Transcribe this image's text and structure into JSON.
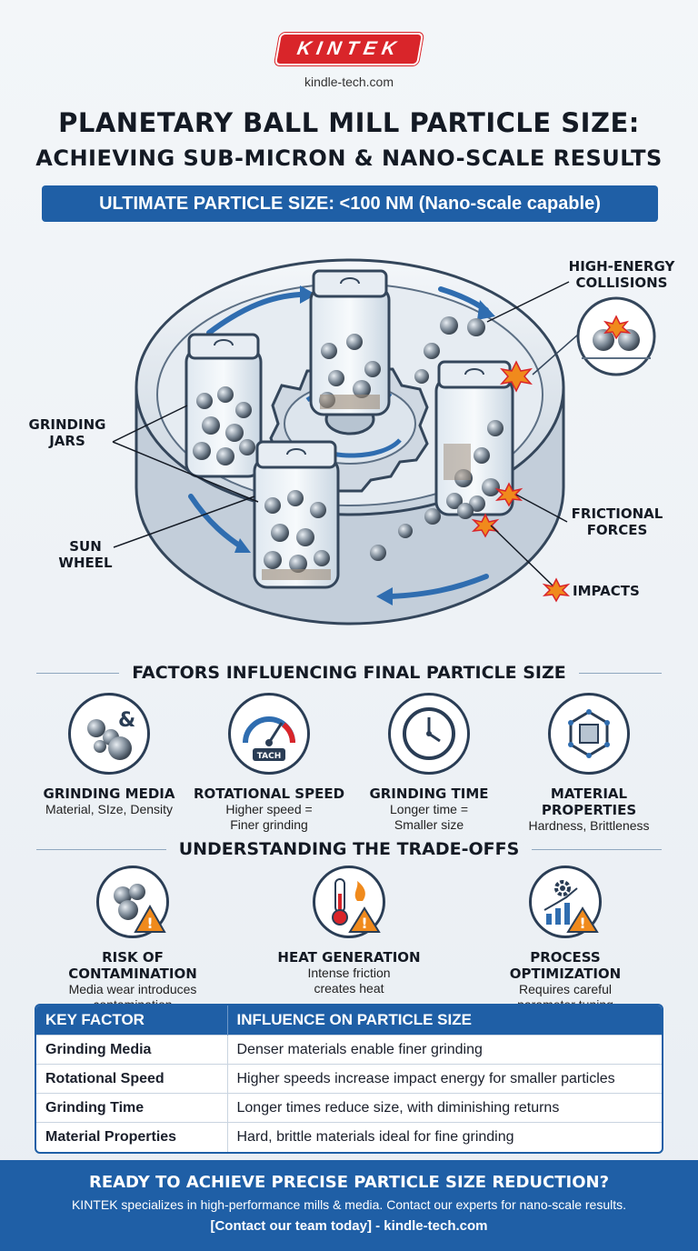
{
  "header": {
    "logo": "KINTEK",
    "site": "kindle-tech.com",
    "title_line1": "PLANETARY BALL MILL PARTICLE SIZE:",
    "title_line2": "ACHIEVING SUB-MICRON & NANO-SCALE RESULTS",
    "banner": "ULTIMATE PARTICLE SIZE: <100 NM (Nano-scale capable)"
  },
  "illustration": {
    "callouts": {
      "high_energy_1": "HIGH-ENERGY",
      "high_energy_2": "COLLISIONS",
      "grinding_jars_1": "GRINDING",
      "grinding_jars_2": "JARS",
      "sun_wheel_1": "SUN",
      "sun_wheel_2": "WHEEL",
      "frictional_1": "FRICTIONAL",
      "frictional_2": "FORCES",
      "impacts": "IMPACTS"
    },
    "tach_label": "TACH"
  },
  "factors": {
    "heading": "FACTORS INFLUENCING FINAL PARTICLE SIZE",
    "items": [
      {
        "title": "GRINDING MEDIA",
        "desc1": "Material, SIze, Density",
        "desc2": ""
      },
      {
        "title": "ROTATIONAL SPEED",
        "desc1": "Higher speed =",
        "desc2": "Finer grinding"
      },
      {
        "title": "GRINDING TIME",
        "desc1": "Longer time =",
        "desc2": "Smaller size"
      },
      {
        "title": "MATERIAL PROPERTIES",
        "desc1": "Hardness, Brittleness",
        "desc2": ""
      }
    ]
  },
  "tradeoffs": {
    "heading": "UNDERSTANDING THE TRADE-OFFS",
    "items": [
      {
        "title": "RISK OF CONTAMINATION",
        "desc1": "Media wear introduces",
        "desc2": "contamination"
      },
      {
        "title": "HEAT GENERATION",
        "desc1": "Intense friction",
        "desc2": "creates heat"
      },
      {
        "title": "PROCESS OPTIMIZATION",
        "desc1": "Requires careful",
        "desc2": "parameter tuning"
      }
    ]
  },
  "table": {
    "headers": [
      "KEY FACTOR",
      "INFLUENCE ON PARTICLE SIZE"
    ],
    "rows": [
      [
        "Grinding Media",
        "Denser materials enable finer grinding"
      ],
      [
        "Rotational Speed",
        "Higher speeds increase impact energy for smaller particles"
      ],
      [
        "Grinding Time",
        "Longer times reduce size, with diminishing returns"
      ],
      [
        "Material Properties",
        "Hard, brittle materials ideal for fine grinding"
      ]
    ]
  },
  "footer": {
    "heading": "READY TO ACHIEVE PRECISE PARTICLE SIZE REDUCTION?",
    "text": "KINTEK specializes in high-performance mills & media. Contact our experts for nano-scale results.",
    "cta": "[Contact our team today] - kindle-tech.com"
  },
  "colors": {
    "brand_red": "#d9252a",
    "brand_blue": "#1f5fa6",
    "warning_orange": "#f08a1c"
  }
}
